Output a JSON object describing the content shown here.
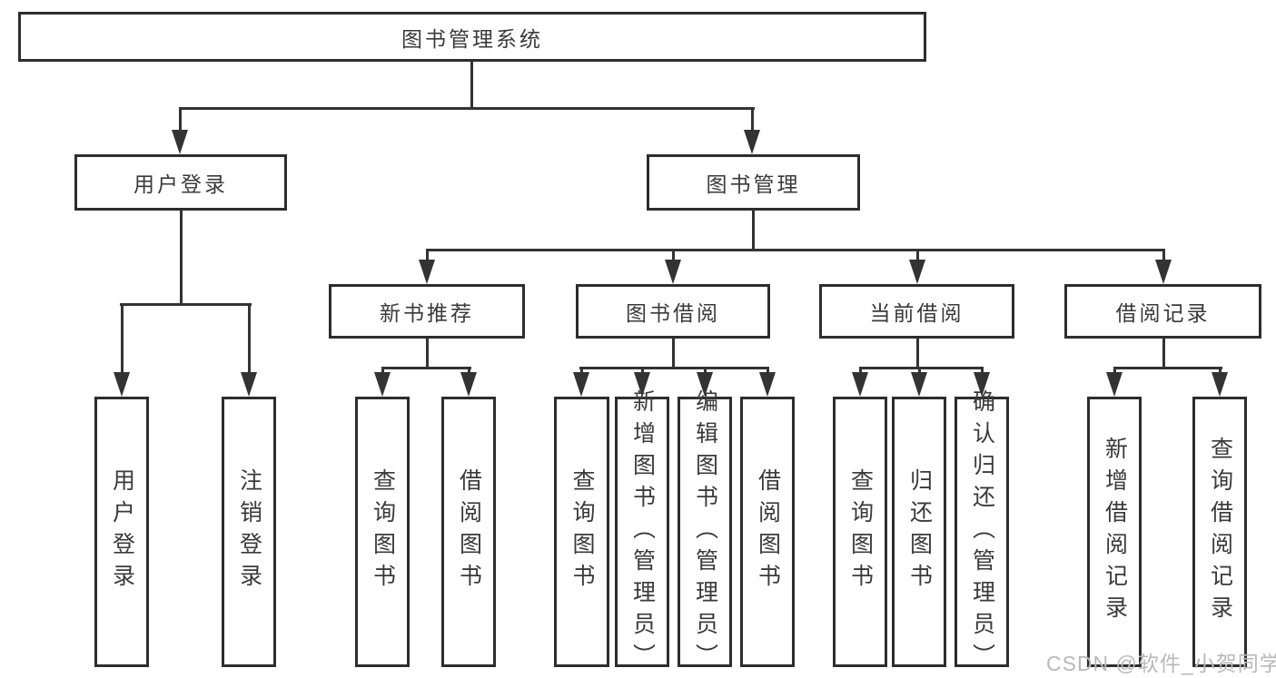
{
  "colors": {
    "box_border": "#2d2d2d",
    "connector_line": "#333333",
    "box_fill": "#ffffff",
    "text": "#3a3a3a",
    "watermark": "#b9b9b9"
  },
  "tree": {
    "root": {
      "label": "图书管理系统"
    },
    "level2": [
      {
        "label": "用户登录",
        "parent": "图书管理系统"
      },
      {
        "label": "图书管理",
        "parent": "图书管理系统"
      }
    ],
    "level3": [
      {
        "label": "新书推荐",
        "parent": "图书管理"
      },
      {
        "label": "图书借阅",
        "parent": "图书管理"
      },
      {
        "label": "当前借阅",
        "parent": "图书管理"
      },
      {
        "label": "借阅记录",
        "parent": "图书管理"
      }
    ],
    "leaves": [
      {
        "label": "用户登录",
        "parent": "用户登录"
      },
      {
        "label": "注销登录",
        "parent": "用户登录"
      },
      {
        "label": "查询图书",
        "parent": "新书推荐"
      },
      {
        "label": "借阅图书",
        "parent": "新书推荐"
      },
      {
        "label": "查询图书",
        "parent": "图书借阅"
      },
      {
        "label": "新增图书（管理员）",
        "parent": "图书借阅"
      },
      {
        "label": "编辑图书（管理员）",
        "parent": "图书借阅"
      },
      {
        "label": "借阅图书",
        "parent": "图书借阅"
      },
      {
        "label": "查询图书",
        "parent": "当前借阅"
      },
      {
        "label": "归还图书",
        "parent": "当前借阅"
      },
      {
        "label": "确认归还（管理员）",
        "parent": "当前借阅"
      },
      {
        "label": "新增借阅记录",
        "parent": "借阅记录"
      },
      {
        "label": "查询借阅记录",
        "parent": "借阅记录"
      }
    ]
  },
  "watermark": {
    "text": "CSDN @软件_小贺同学"
  }
}
